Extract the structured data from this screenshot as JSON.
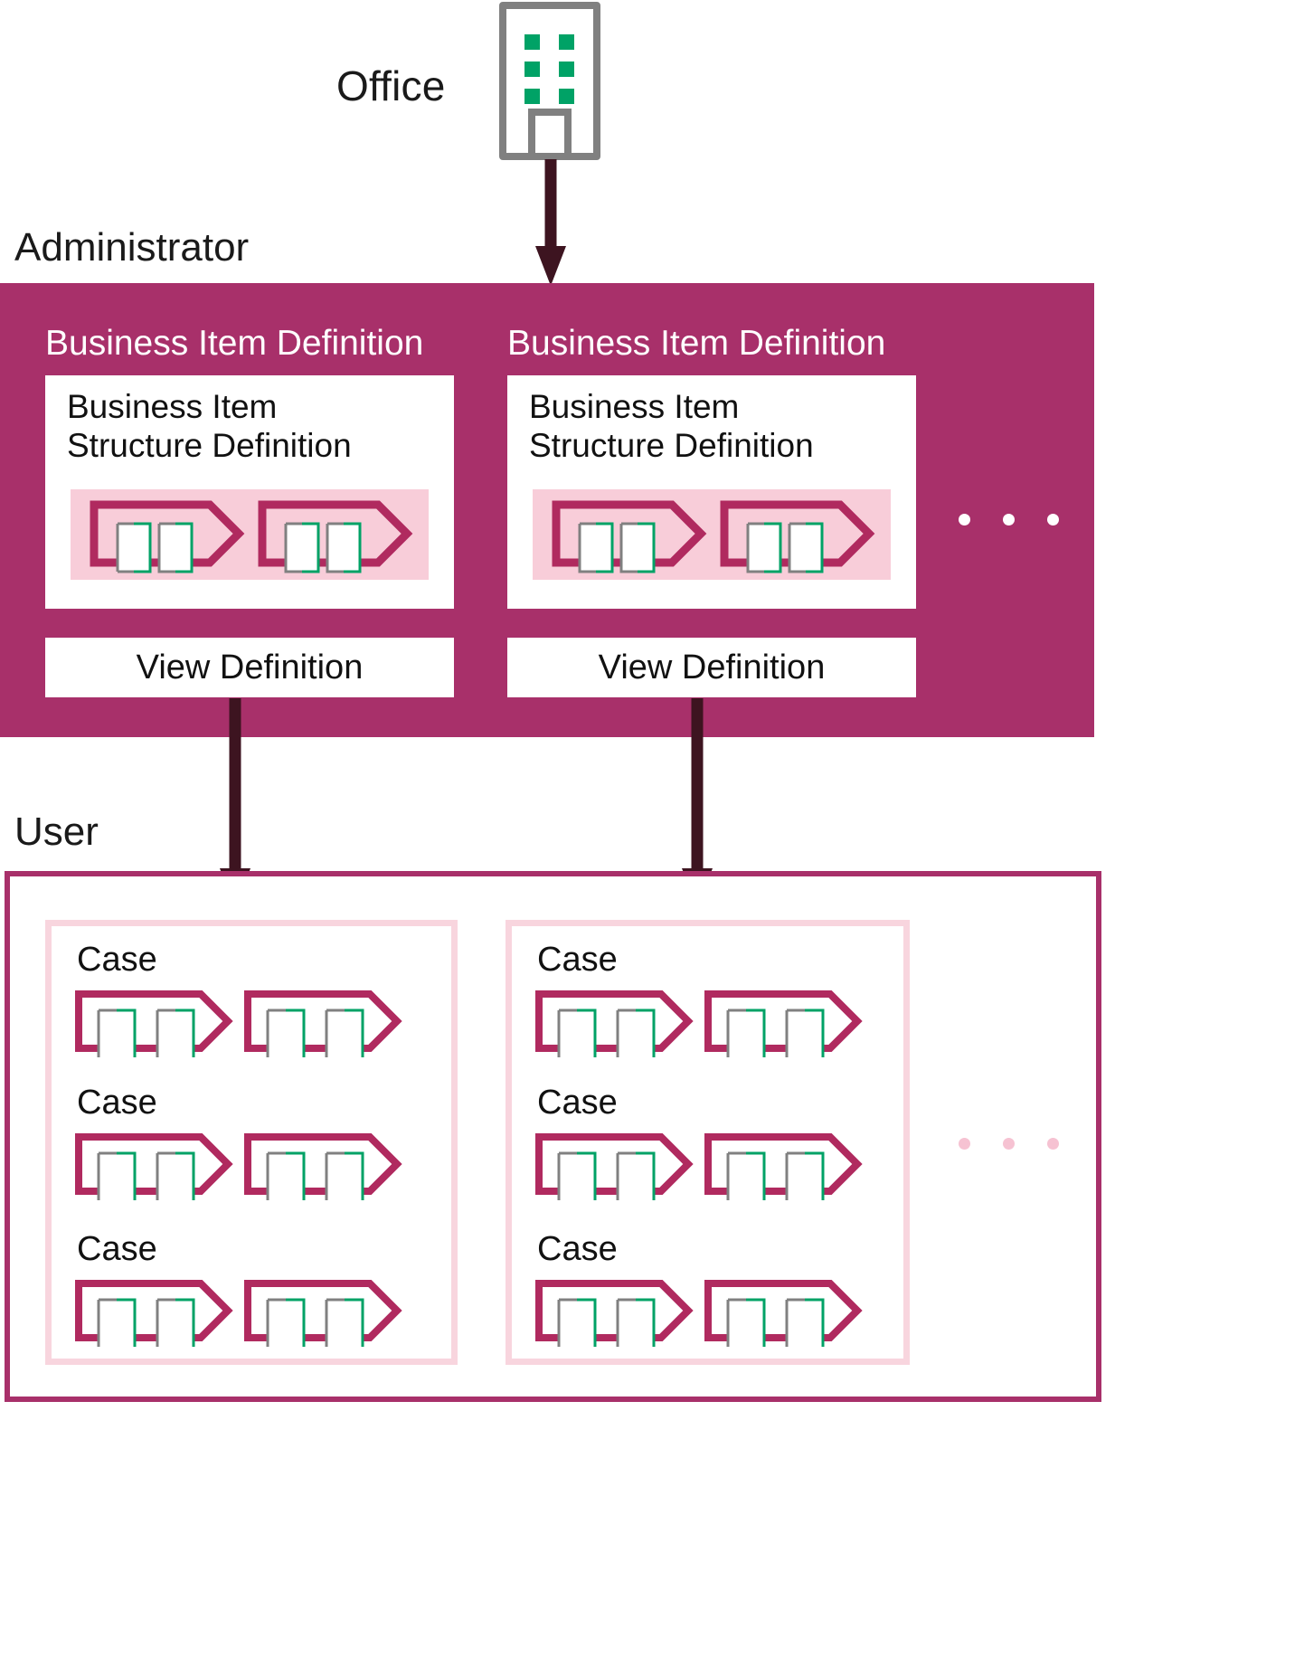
{
  "diagram": {
    "office": {
      "label": "Office",
      "icon": "office-building-icon",
      "icon_outline_color": "#808080",
      "window_color": "#00a266"
    },
    "arrow_color": "#3d1420",
    "administrator": {
      "label": "Administrator",
      "band_color": "#a8306a",
      "columns": [
        {
          "title": "Business Item Definition",
          "card_title": "Business Item\nStructure Definition",
          "card_title_line1": "Business Item",
          "card_title_line2": "Structure Definition",
          "strip_color": "#f8cdd9",
          "chevrons": 2,
          "boxes_per_chevron": 2,
          "view_definition": "View Definition"
        },
        {
          "title": "Business Item Definition",
          "card_title_line1": "Business Item",
          "card_title_line2": "Structure Definition",
          "strip_color": "#f8cdd9",
          "chevrons": 2,
          "boxes_per_chevron": 2,
          "view_definition": "View Definition"
        }
      ],
      "ellipsis": "• • •",
      "ellipsis_color": "#ffffff"
    },
    "user": {
      "label": "User",
      "border_color": "#a8306a",
      "panel_border_color": "#f8d5de",
      "panels": [
        {
          "cases": [
            "Case",
            "Case",
            "Case"
          ]
        },
        {
          "cases": [
            "Case",
            "Case",
            "Case"
          ]
        }
      ],
      "ellipsis": "• • •",
      "ellipsis_color": "#f6c2d2"
    },
    "chevron": {
      "stroke_color": "#b02a5f",
      "box_left_border": "#808080",
      "box_right_border": "#00a266",
      "box_fill": "#ffffff"
    }
  }
}
